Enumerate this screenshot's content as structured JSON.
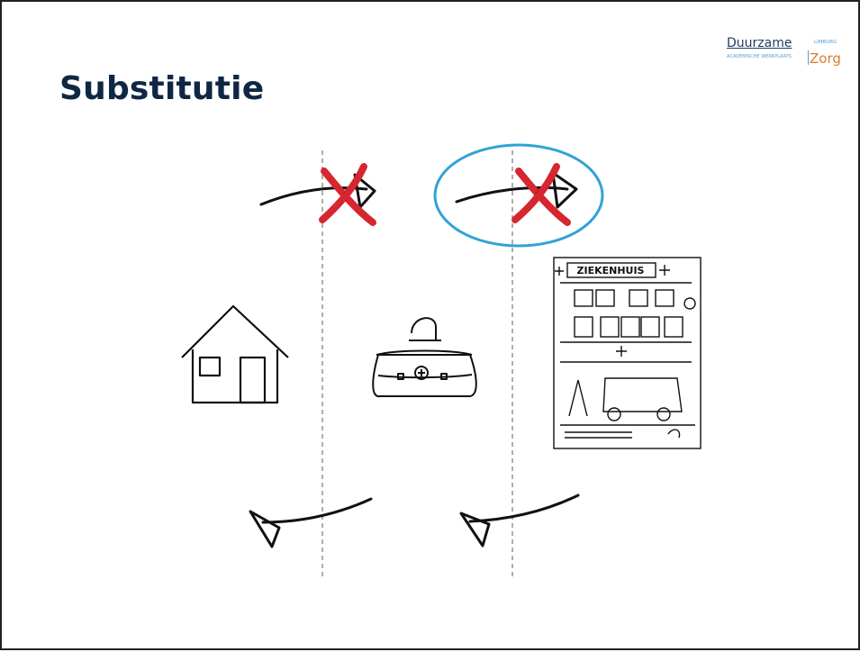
{
  "slide": {
    "title": "Substitutie",
    "logo": {
      "main": "Duurzame",
      "region": "LIMBURG",
      "subtitle": "ACADEMISCHE WERKPLAATS",
      "accent": "Zorg"
    },
    "illustration": {
      "hospital_sign": "ZIEKENHUIS"
    },
    "colors": {
      "title": "#0f2744",
      "cross": "#d6262f",
      "highlight_circle": "#2fa3d6",
      "logo_accent": "#e07b27"
    }
  }
}
